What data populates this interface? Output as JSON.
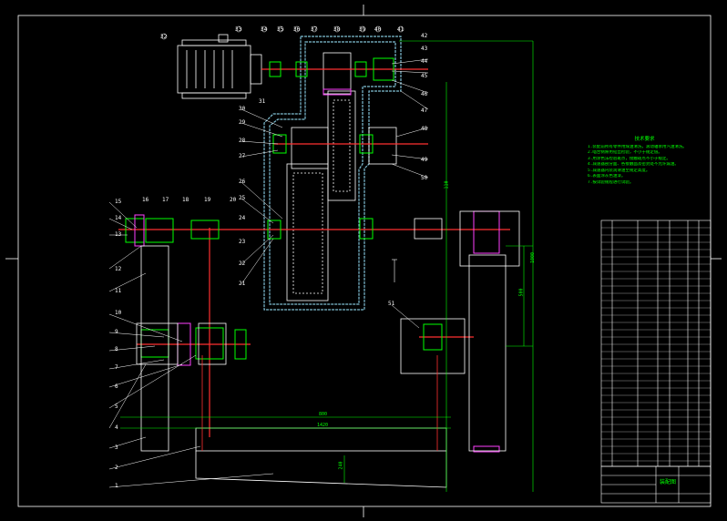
{
  "viewer": {
    "background": "#000000"
  },
  "colors": {
    "frame": "#ffffff",
    "housing": "#7fbfd4",
    "gear": "#ffffff",
    "shaft": "#ff3030",
    "green": "#00ff00",
    "magenta": "#ff40ff",
    "table": "#ffffff",
    "dim": "#00ff00"
  },
  "sheet": {
    "tech_notes_title": "技术要求",
    "tech_notes_lines": [
      "1.装配前所有零件用煤油清洗，滚动轴承用汽油清洗。",
      "2.啮合侧隙用铅丝检验，不小于规定值。",
      "3.用涂色法检验斑点，接触斑点不小于规定。",
      "4.减速器剖分面、各接触面及密封处不允许漏油。",
      "5.减速器内装润滑油至规定高度。",
      "6.表面涂灰色油漆。",
      "7.按试验规程进行试验。"
    ],
    "dimension_values": [
      "800",
      "1420",
      "1000",
      "500",
      "240",
      "110"
    ],
    "title_block_label": "装配图"
  },
  "balloons": [
    "1",
    "2",
    "3",
    "4",
    "5",
    "6",
    "7",
    "8",
    "9",
    "10",
    "11",
    "12",
    "13",
    "14",
    "15",
    "16",
    "17",
    "18",
    "19",
    "20",
    "21",
    "22",
    "23",
    "24",
    "25",
    "26",
    "27",
    "28",
    "29",
    "30",
    "31",
    "32",
    "33",
    "34",
    "35",
    "36",
    "37",
    "38",
    "39",
    "40",
    "41",
    "42",
    "43",
    "44",
    "45",
    "46",
    "47",
    "48",
    "49",
    "50",
    "51"
  ]
}
